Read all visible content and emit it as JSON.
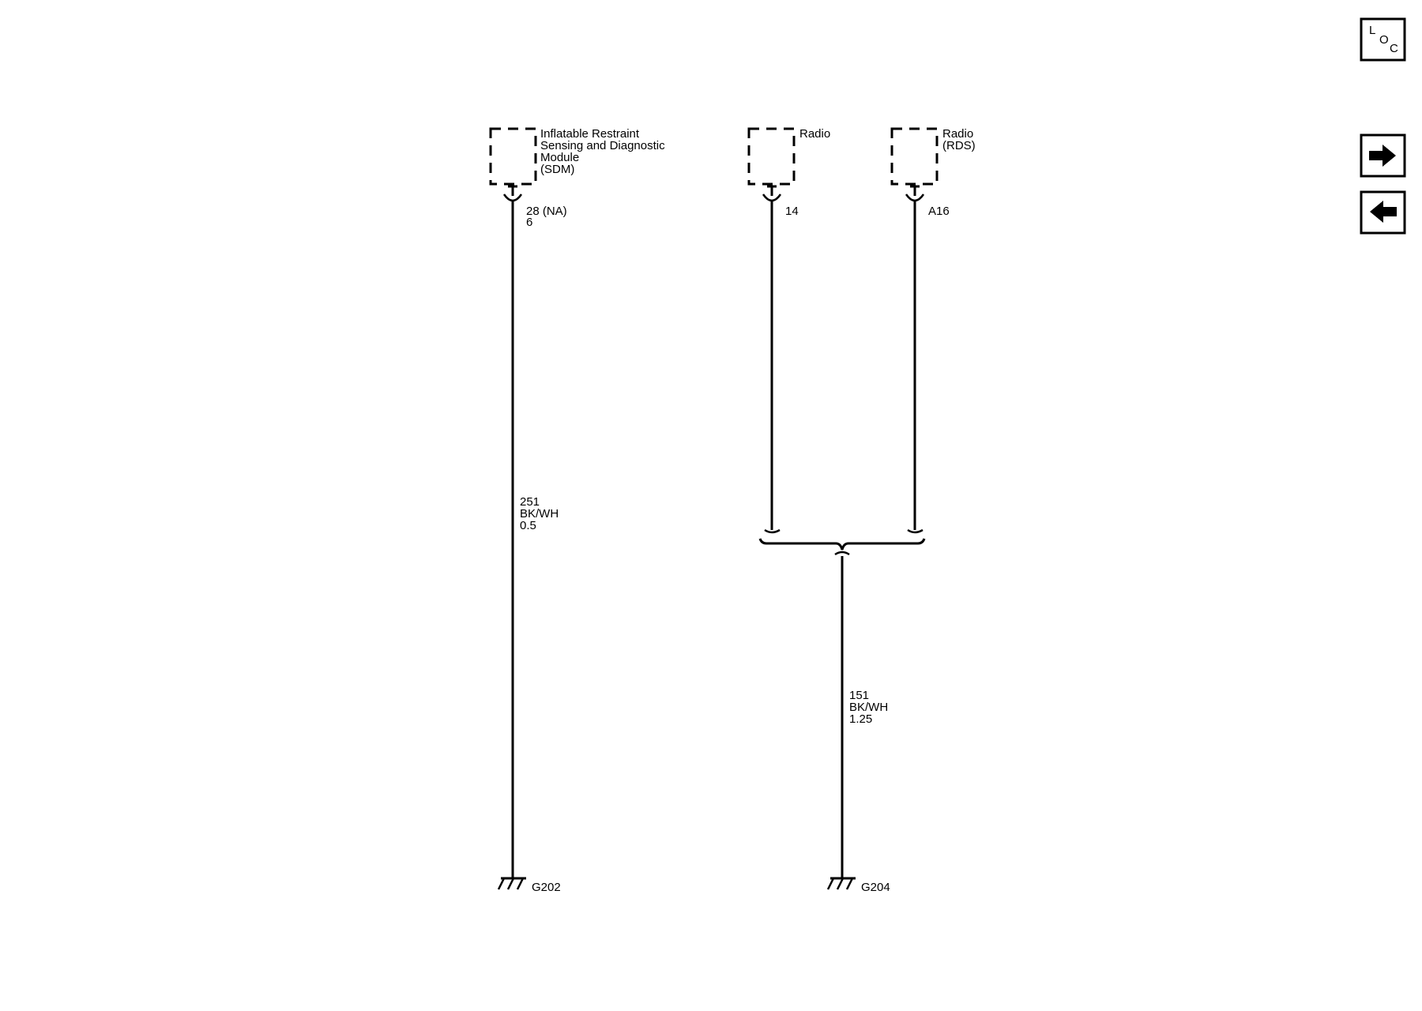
{
  "nav": {
    "loc": {
      "l": "L",
      "o": "O",
      "c": "C"
    },
    "forward_icon": "arrow-right-icon",
    "back_icon": "arrow-left-icon"
  },
  "components": {
    "sdm": {
      "line1": "Inflatable Restraint",
      "line2": "Sensing and Diagnostic",
      "line3": "Module",
      "line4": "(SDM)",
      "pin_a": "28 (NA)",
      "pin_b": "6"
    },
    "radio": {
      "line1": "Radio",
      "pin": "14"
    },
    "radio_rds": {
      "line1": "Radio",
      "line2": "(RDS)",
      "pin": "A16"
    }
  },
  "wires": {
    "w251": {
      "circuit": "251",
      "color": "BK/WH",
      "size": "0.5"
    },
    "w151": {
      "circuit": "151",
      "color": "BK/WH",
      "size": "1.25"
    }
  },
  "grounds": {
    "g202": "G202",
    "g204": "G204"
  }
}
